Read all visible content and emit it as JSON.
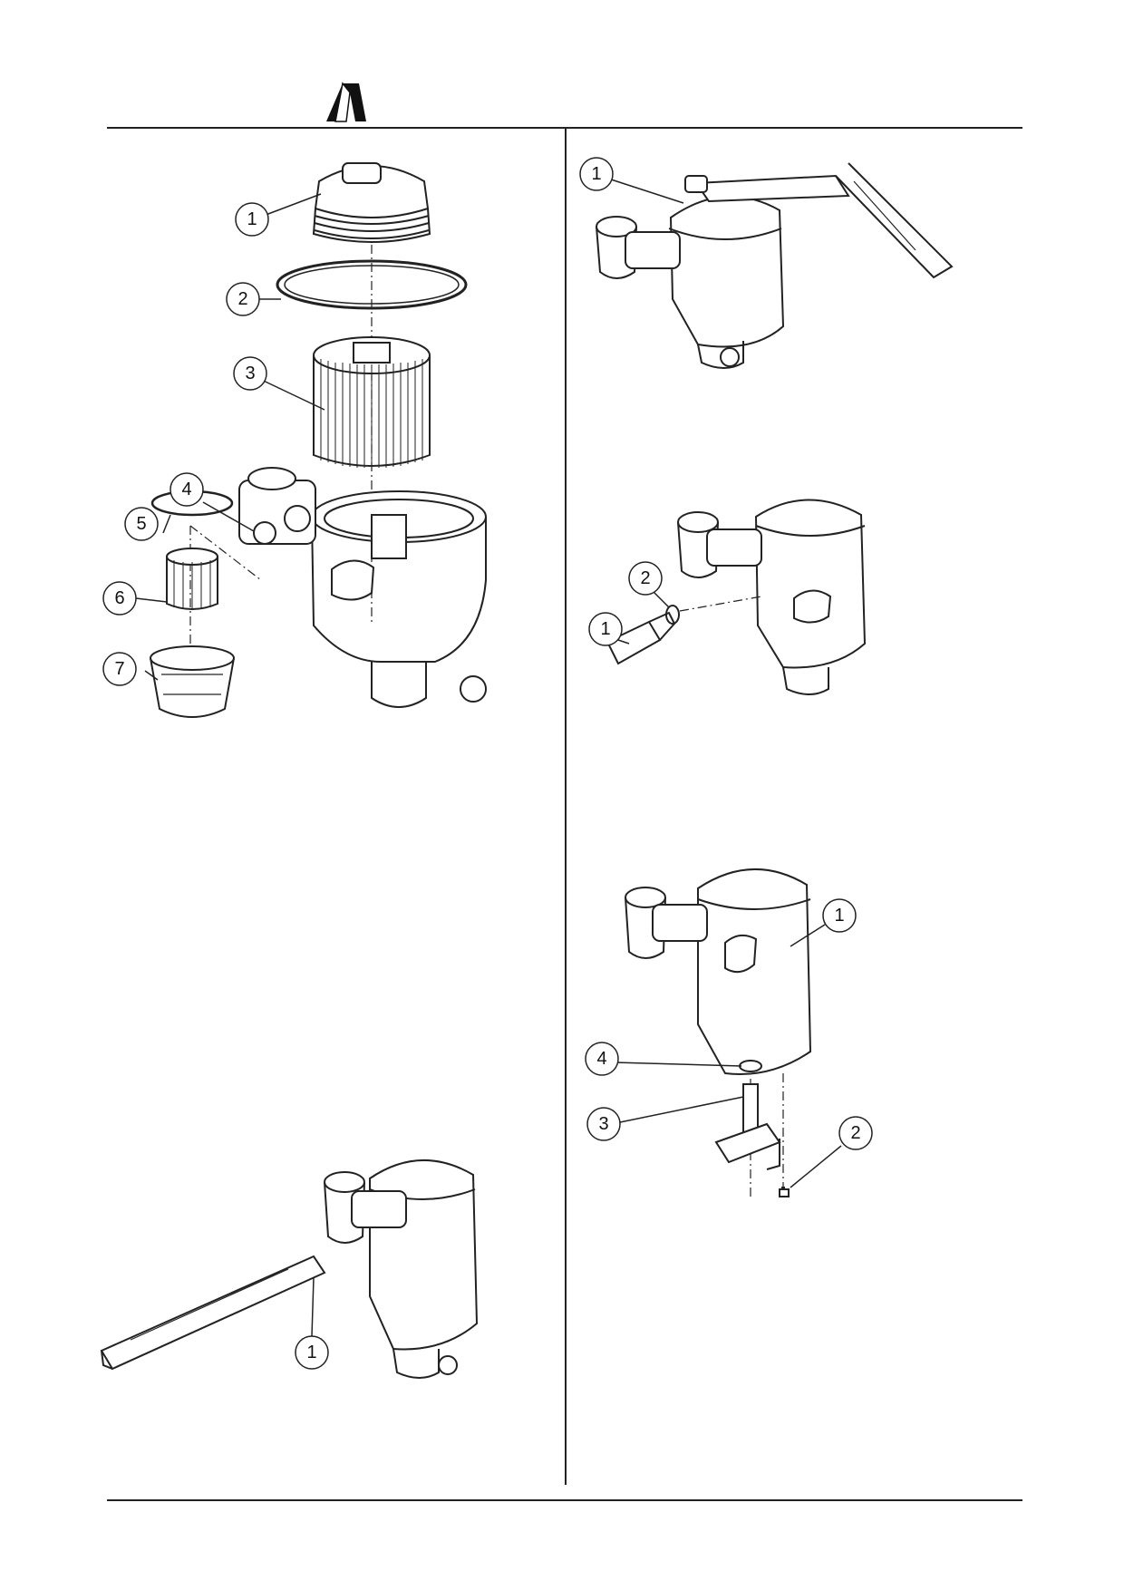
{
  "header": {
    "logo": "manufacturer-logo"
  },
  "figures": [
    {
      "id": "fig-exploded-filter",
      "callouts": [
        "1",
        "2",
        "3",
        "4",
        "5",
        "6",
        "7"
      ]
    },
    {
      "id": "fig-cap-wrench",
      "callouts": [
        "1"
      ]
    },
    {
      "id": "fig-sensor-removal",
      "callouts": [
        "1",
        "2"
      ]
    },
    {
      "id": "fig-bowl-wrench",
      "callouts": [
        "1"
      ]
    },
    {
      "id": "fig-heater-removal",
      "callouts": [
        "1",
        "2",
        "3",
        "4"
      ]
    }
  ],
  "colors": {
    "line": "#222222",
    "paper": "#ffffff"
  }
}
